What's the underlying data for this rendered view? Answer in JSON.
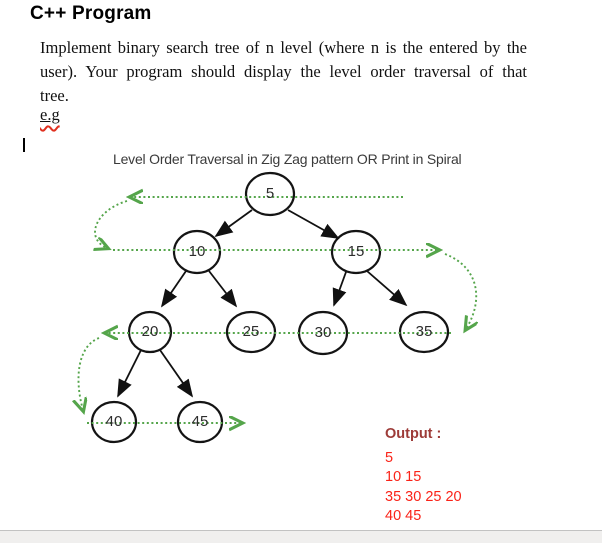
{
  "document": {
    "heading": "C++ Program",
    "body_lines": [
      "Implement binary search tree of n level (where n is the entered by the",
      "user). Your program should display the level order traversal of that",
      "tree."
    ],
    "example_label": "e.g"
  },
  "diagram": {
    "title": "Level Order Traversal in Zig Zag pattern OR Print in Spiral",
    "type": "binary-tree-zigzag-traversal",
    "nodes": [
      {
        "value": "5",
        "level": 1
      },
      {
        "value": "10",
        "level": 2
      },
      {
        "value": "15",
        "level": 2
      },
      {
        "value": "20",
        "level": 3
      },
      {
        "value": "25",
        "level": 3
      },
      {
        "value": "30",
        "level": 3
      },
      {
        "value": "35",
        "level": 3
      },
      {
        "value": "40",
        "level": 4
      },
      {
        "value": "45",
        "level": 4
      }
    ],
    "edges": [
      [
        "5",
        "10"
      ],
      [
        "5",
        "15"
      ],
      [
        "10",
        "20"
      ],
      [
        "10",
        "25"
      ],
      [
        "15",
        "30"
      ],
      [
        "15",
        "35"
      ],
      [
        "20",
        "40"
      ],
      [
        "20",
        "45"
      ]
    ],
    "traversal_arrow_color": "#55a54b",
    "node_stroke_color": "#141414"
  },
  "output": {
    "label": "Output :",
    "lines": [
      "5",
      "10 15",
      "35 30 25 20",
      "40 45"
    ],
    "label_color": "#9d3b38",
    "value_color": "#fa2318"
  }
}
